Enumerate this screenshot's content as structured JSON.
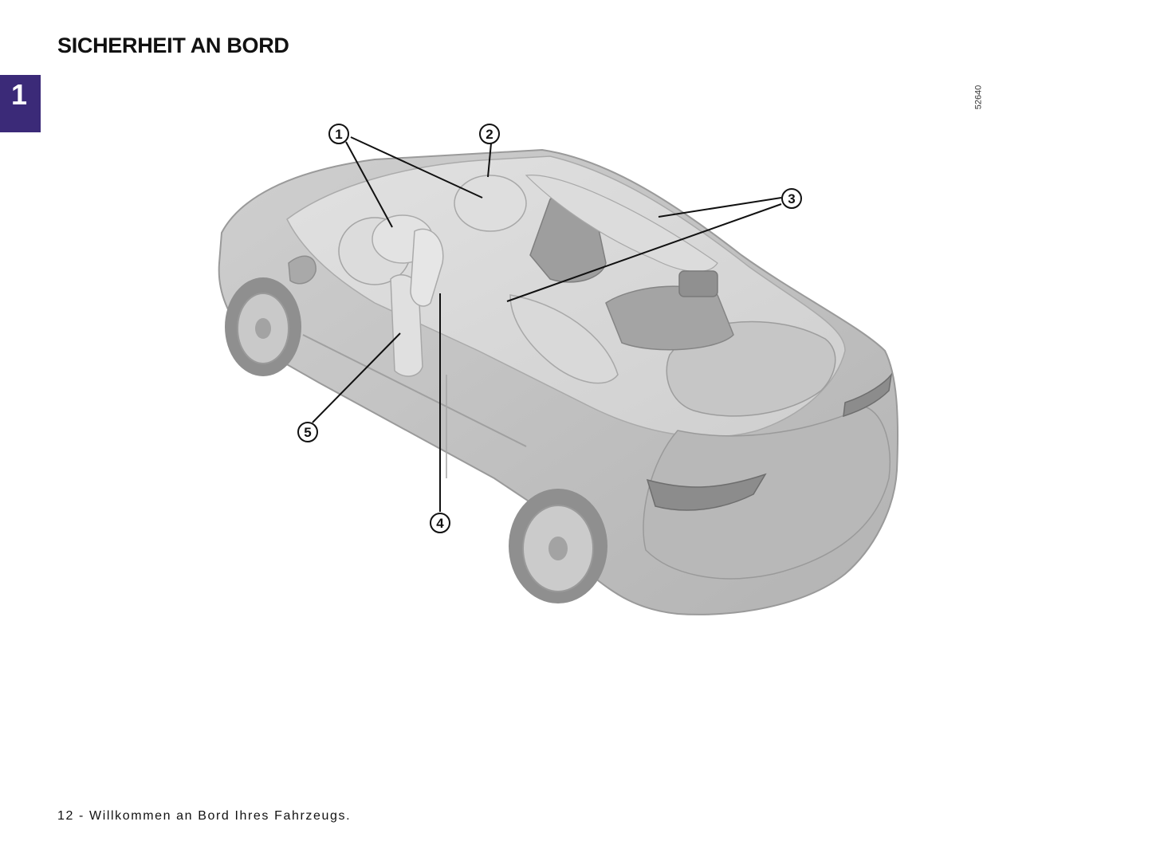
{
  "header": {
    "title": "SICHERHEIT AN BORD",
    "chapter_number": "1"
  },
  "figure": {
    "reference_number": "52640",
    "callouts": [
      {
        "number": "1"
      },
      {
        "number": "2"
      },
      {
        "number": "3"
      },
      {
        "number": "4"
      },
      {
        "number": "5"
      }
    ]
  },
  "footer": {
    "text": "12 - Willkommen an Bord Ihres Fahrzeugs."
  },
  "colors": {
    "chapter_tab": "#3b2a78",
    "car_body": "#bdbdbd"
  }
}
